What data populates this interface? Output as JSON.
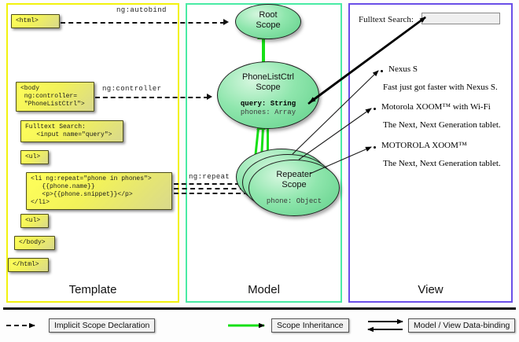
{
  "columns": [
    {
      "key": "template",
      "label": "Template",
      "accent": "#f2f20d"
    },
    {
      "key": "model",
      "label": "Model",
      "accent": "#49eba4"
    },
    {
      "key": "view",
      "label": "View",
      "accent": "#6a4fe8"
    }
  ],
  "template": {
    "boxes": [
      {
        "name": "html-open-tag",
        "text": "<html>"
      },
      {
        "name": "body-controller-tag",
        "text": "<body\n ng:controller=\n \"PhoneListCtrl\">"
      },
      {
        "name": "fulltext-search-input-tag",
        "text": "Fulltext Search:\n   <input name=\"query\">"
      },
      {
        "name": "ul-open-tag",
        "text": "<ul>"
      },
      {
        "name": "li-ng-repeat-tag",
        "text": "<li ng:repeat=\"phone in phones\">\n   {{phone.name}}\n   <p>{{phone.snippet}}</p>\n</li>"
      },
      {
        "name": "ul-close-tag",
        "text": "<ul>"
      },
      {
        "name": "body-close-tag",
        "text": "</body>"
      },
      {
        "name": "html-close-tag",
        "text": "</html>"
      }
    ]
  },
  "connectors": [
    {
      "name": "ng-autobind-connector",
      "label": "ng:autobind"
    },
    {
      "name": "ng-controller-connector",
      "label": "ng:controller"
    },
    {
      "name": "ng-repeat-connector",
      "label": "ng:repeat"
    }
  ],
  "model": {
    "scopes": [
      {
        "name": "root-scope",
        "line1": "Root",
        "line2": "Scope",
        "props": []
      },
      {
        "name": "phonelistctrl-scope",
        "line1": "PhoneListCtrl",
        "line2": "Scope",
        "props": [
          {
            "text": "query: String",
            "bold": true
          },
          {
            "text": "phones: Array",
            "bold": false
          }
        ]
      },
      {
        "name": "repeater-scope",
        "line1": "Repeater",
        "line2": "Scope",
        "props": [
          {
            "text": "phone: Object",
            "bold": false
          }
        ]
      }
    ]
  },
  "view": {
    "search_label": "Fulltext Search:",
    "search_value": "",
    "search_placeholder": "",
    "items": [
      {
        "name": "Nexus S",
        "snippet": "Fast just got faster with Nexus S."
      },
      {
        "name": "Motorola XOOM™  with Wi-Fi",
        "snippet": "The Next, Next Generation tablet."
      },
      {
        "name": "MOTOROLA XOOM™",
        "snippet": "The Next, Next Generation tablet."
      }
    ]
  },
  "legend": [
    {
      "name": "legend-implicit-scope-declaration",
      "label": "Implicit Scope Declaration",
      "style": "dashed-black"
    },
    {
      "name": "legend-scope-inheritance",
      "label": "Scope Inheritance",
      "style": "solid-green"
    },
    {
      "name": "legend-model-view-data-binding",
      "label": "Model / View Data-binding",
      "style": "double-black"
    }
  ],
  "colors": {
    "template_accent": "#f2f20d",
    "model_accent": "#49eba4",
    "view_accent": "#6a4fe8",
    "inheritance_green": "#16e016",
    "code_yellow": "#ffff5a"
  }
}
